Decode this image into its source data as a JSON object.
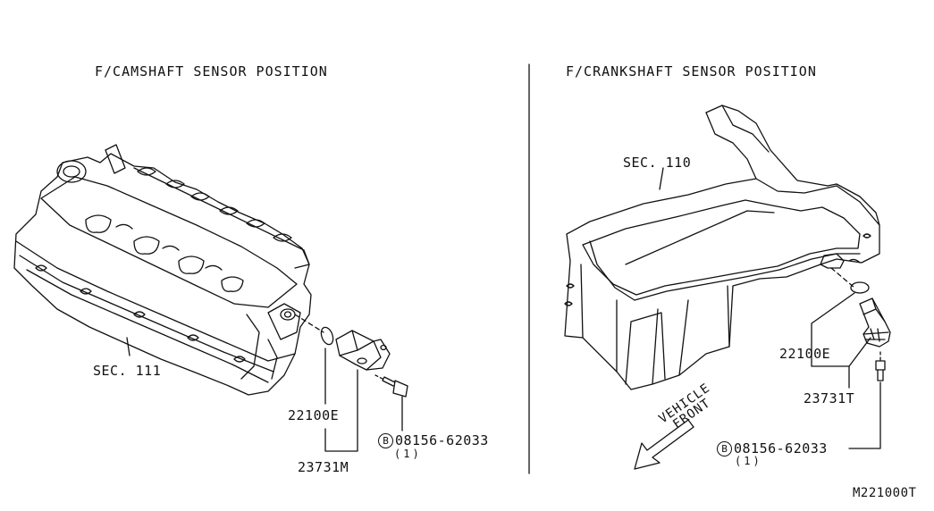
{
  "left": {
    "title": "F/CAMSHAFT SENSOR POSITION",
    "section_ref": "SEC. 111",
    "o_ring_part": "22100E",
    "sensor_part": "23731M",
    "bolt_symbol": "B",
    "bolt_part": "08156-62033",
    "bolt_qty": "(1)"
  },
  "right": {
    "title": "F/CRANKSHAFT SENSOR POSITION",
    "section_ref": "SEC. 110",
    "o_ring_part": "22100E",
    "sensor_part": "23731T",
    "bolt_symbol": "B",
    "bolt_part": "08156-62033",
    "bolt_qty": "(1)",
    "direction_line1": "VEHICLE",
    "direction_line2": "FRONT"
  },
  "figure_code": "M221000T"
}
